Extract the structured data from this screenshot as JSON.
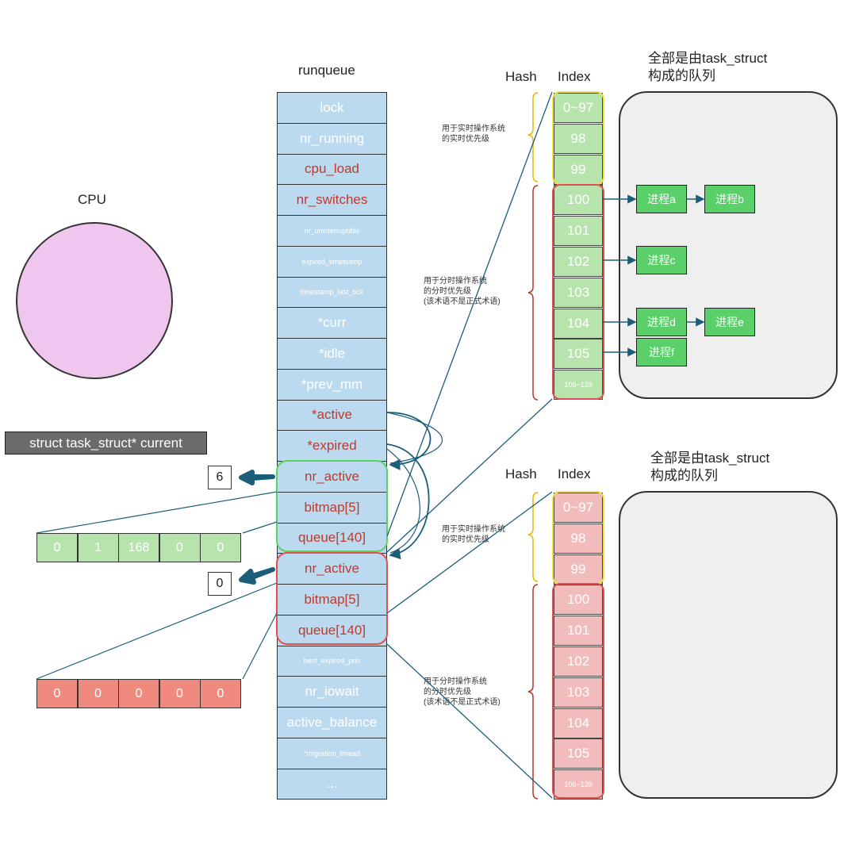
{
  "cpu_label": "CPU",
  "current_label": "struct task_struct* current",
  "runqueue": {
    "title": "runqueue",
    "fields": [
      "lock",
      "nr_running",
      "cpu_load",
      "nr_switches",
      "nr_uninterruptible",
      "expired_timestamp",
      "timestamp_last_tick",
      "*curr",
      "*idle",
      "*prev_mm",
      "*active",
      "*expired",
      "nr_active",
      "bitmap[5]",
      "queue[140]",
      "nr_active",
      "bitmap[5]",
      "queue[140]",
      "best_expired_prio",
      "nr_iowait",
      "active_balance",
      "*migration_thread",
      "..."
    ]
  },
  "active_count": "6",
  "expired_count": "0",
  "active_bitmap": [
    "0",
    "1",
    "168",
    "0",
    "0"
  ],
  "expired_bitmap": [
    "0",
    "0",
    "0",
    "0",
    "0"
  ],
  "top_table": {
    "hash_label": "Hash",
    "index_label": "Index",
    "indices": [
      "0~97",
      "98",
      "99",
      "100",
      "101",
      "102",
      "103",
      "104",
      "105",
      "106~139"
    ],
    "note_realtime": "用于实时操作系统\n的实时优先级",
    "note_timeshare": "用于分时操作系统\n的分时优先级\n(该术语不是正式术语)",
    "queue_title": "全部是由task_struct\n构成的队列",
    "processes": [
      "进程a",
      "进程b",
      "进程c",
      "进程d",
      "进程e",
      "进程f"
    ]
  },
  "bottom_table": {
    "hash_label": "Hash",
    "index_label": "Index",
    "indices": [
      "0~97",
      "98",
      "99",
      "100",
      "101",
      "102",
      "103",
      "104",
      "105",
      "106~139"
    ],
    "note_realtime": "用于实时操作系统\n的实时优先级",
    "note_timeshare": "用于分时操作系统\n的分时优先级\n(该术语不是正式术语)",
    "queue_title": "全部是由task_struct\n构成的队列"
  }
}
